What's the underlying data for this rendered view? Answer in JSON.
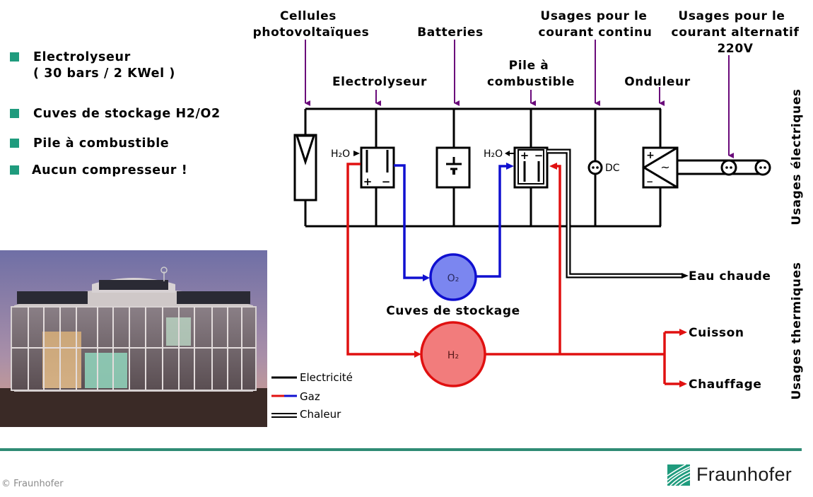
{
  "bullets": [
    {
      "text": "Electrolyseur\n( 30 bars / 2 KWel )"
    },
    {
      "text": "Cuves de stockage H2/O2"
    },
    {
      "text": "Pile à combustible"
    },
    {
      "text": "Aucun compresseur !"
    }
  ],
  "colors": {
    "accent": "#1f9b7d",
    "footer_line": "#2f8b75",
    "arrow_purple": "#6a0a7a",
    "gas_red": "#e01010",
    "gas_blue": "#1010d0",
    "o2_fill": "#7b86f0",
    "h2_fill": "#f27c7c"
  },
  "diagram": {
    "top_labels": {
      "pv_line1": "Cellules",
      "pv_line2": "photovoltaïques",
      "batteries": "Batteries",
      "dc_line1": "Usages pour le",
      "dc_line2": "courant continu",
      "ac_line1": "Usages pour le",
      "ac_line2": "courant alternatif",
      "ac_line3": "220V"
    },
    "mid_labels": {
      "electrolyseur": "Electrolyseur",
      "fc_line1": "Pile à",
      "fc_line2": "combustible",
      "onduleur": "Onduleur"
    },
    "component_text": {
      "h2o_in": "H₂O",
      "h2o_out": "H₂O",
      "dc": "DC",
      "plus": "+",
      "minus": "−",
      "tilde": "~",
      "o2": "O₂",
      "h2": "H₂"
    },
    "storage_label": "Cuves de stockage",
    "outputs": {
      "eau_chaude": "Eau chaude",
      "cuisson": "Cuisson",
      "chauffage": "Chauffage"
    },
    "side_labels": {
      "electrical": "Usages électriques",
      "thermal": "Usages thermiques"
    },
    "legend": [
      {
        "label": "Electricité",
        "type": "electricity"
      },
      {
        "label": "Gaz",
        "type": "gas"
      },
      {
        "label": "Chaleur",
        "type": "heat"
      }
    ]
  },
  "photo": {
    "alt": "Maison solaire autonome (bâtiment circulaire vitré avec panneaux photovoltaïques)"
  },
  "footer": {
    "copyright": "© Fraunhofer",
    "logo_text": "Fraunhofer"
  }
}
